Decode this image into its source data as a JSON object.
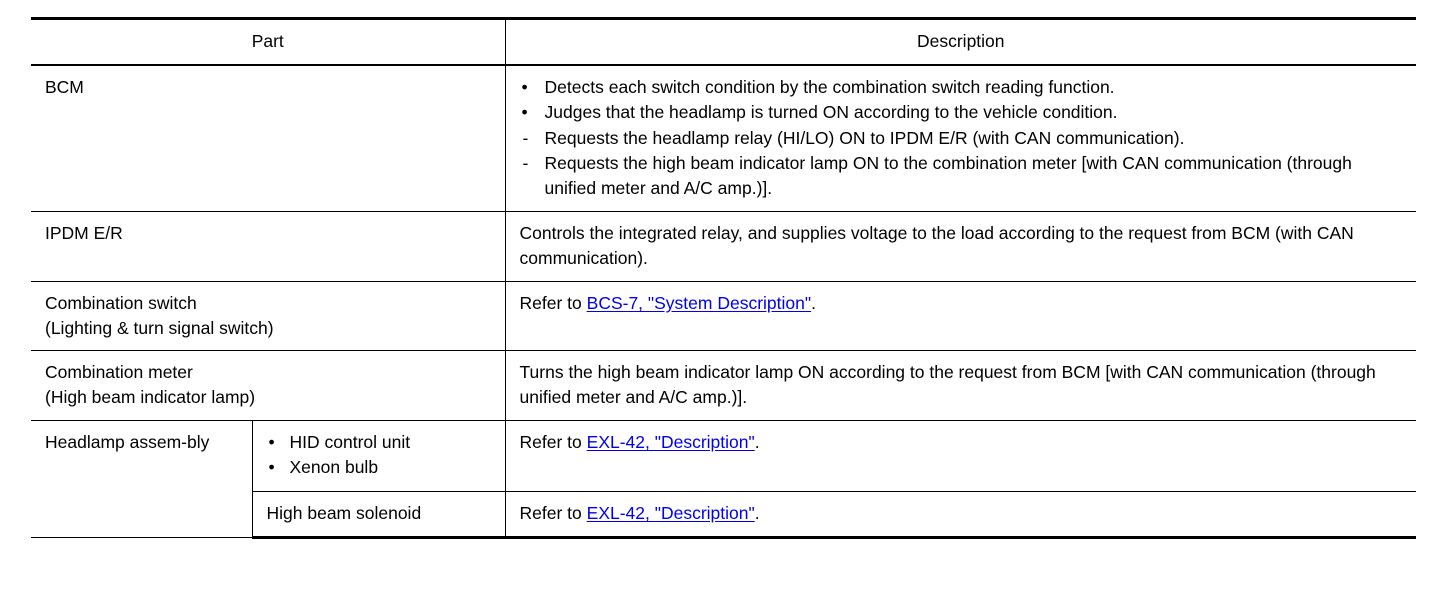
{
  "table": {
    "headers": {
      "part": "Part",
      "description": "Description"
    },
    "rows": [
      {
        "part": "BCM",
        "description_items": [
          {
            "marker": "•",
            "text": "Detects each switch condition by the combination switch reading function."
          },
          {
            "marker": "•",
            "text": "Judges that the headlamp is turned ON according to the vehicle condition."
          },
          {
            "marker": "-",
            "text": "Requests the headlamp relay (HI/LO) ON to IPDM E/R (with CAN communication)."
          },
          {
            "marker": "-",
            "text": "Requests the high beam indicator lamp ON to the combination meter [with CAN communication (through unified meter and A/C amp.)]."
          }
        ]
      },
      {
        "part": "IPDM E/R",
        "description": "Controls the integrated relay, and supplies voltage to the load according to the request from BCM (with CAN communication)."
      },
      {
        "part_line1": "Combination switch",
        "part_line2": "(Lighting & turn signal switch)",
        "description_prefix": "Refer to ",
        "description_link": "BCS-7, \"System Description\"",
        "description_suffix": "."
      },
      {
        "part_line1": "Combination meter",
        "part_line2": "(High beam indicator lamp)",
        "description": "Turns the high beam indicator lamp ON according to the request from BCM [with CAN communication (through unified meter and A/C amp.)]."
      },
      {
        "part": "Headlamp assem-bly",
        "sub_rows": [
          {
            "sub_items": [
              {
                "marker": "•",
                "text": "HID control unit"
              },
              {
                "marker": "•",
                "text": "Xenon bulb"
              }
            ],
            "description_prefix": "Refer to ",
            "description_link": "EXL-42, \"Description\"",
            "description_suffix": "."
          },
          {
            "sub_label": "High beam solenoid",
            "description_prefix": "Refer to ",
            "description_link": "EXL-42, \"Description\"",
            "description_suffix": "."
          }
        ]
      }
    ]
  },
  "colors": {
    "rule": "#000000",
    "text": "#000000",
    "background": "#ffffff"
  }
}
